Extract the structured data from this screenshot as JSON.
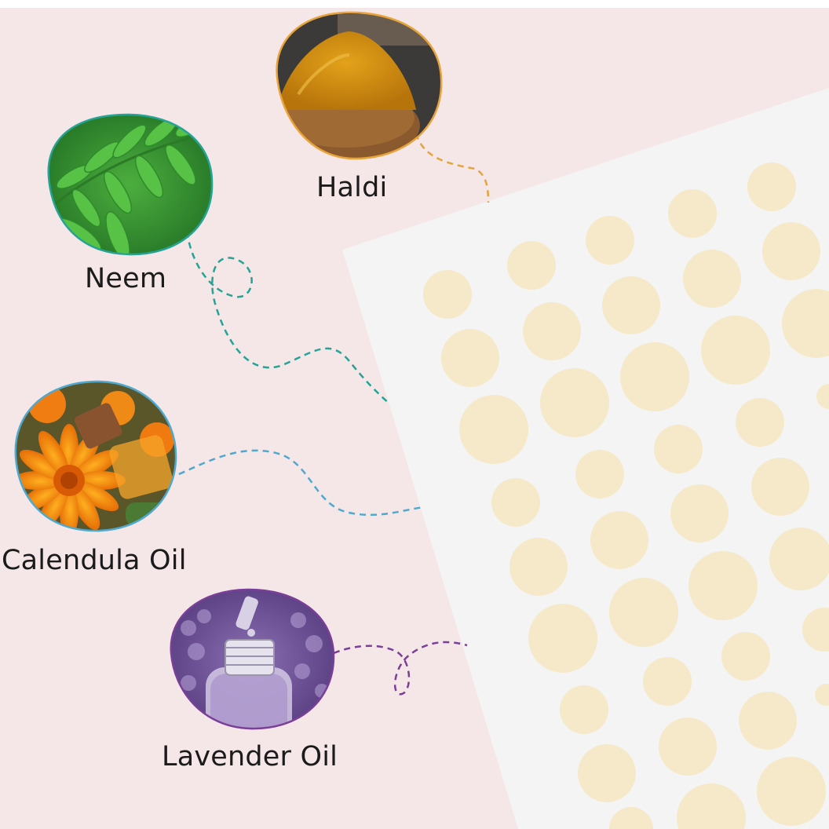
{
  "colors": {
    "background_pink": "#f5e6e8",
    "sheet_white": "#f4f4f4",
    "patch_cream": "#f5e9c9",
    "haldi_line": "#e8a33a",
    "neem_line": "#25a394",
    "calendula_line": "#4fa9cf",
    "lavender_line": "#7a3f98"
  },
  "ingredients": [
    {
      "id": "haldi",
      "label": "Haldi",
      "icon": "turmeric-powder-bowl-icon"
    },
    {
      "id": "neem",
      "label": "Neem",
      "icon": "neem-leaf-icon"
    },
    {
      "id": "calendula",
      "label": "Calendula Oil",
      "icon": "calendula-flower-oil-icon"
    },
    {
      "id": "lavender",
      "label": "Lavender Oil",
      "icon": "lavender-oil-bottle-icon"
    }
  ]
}
